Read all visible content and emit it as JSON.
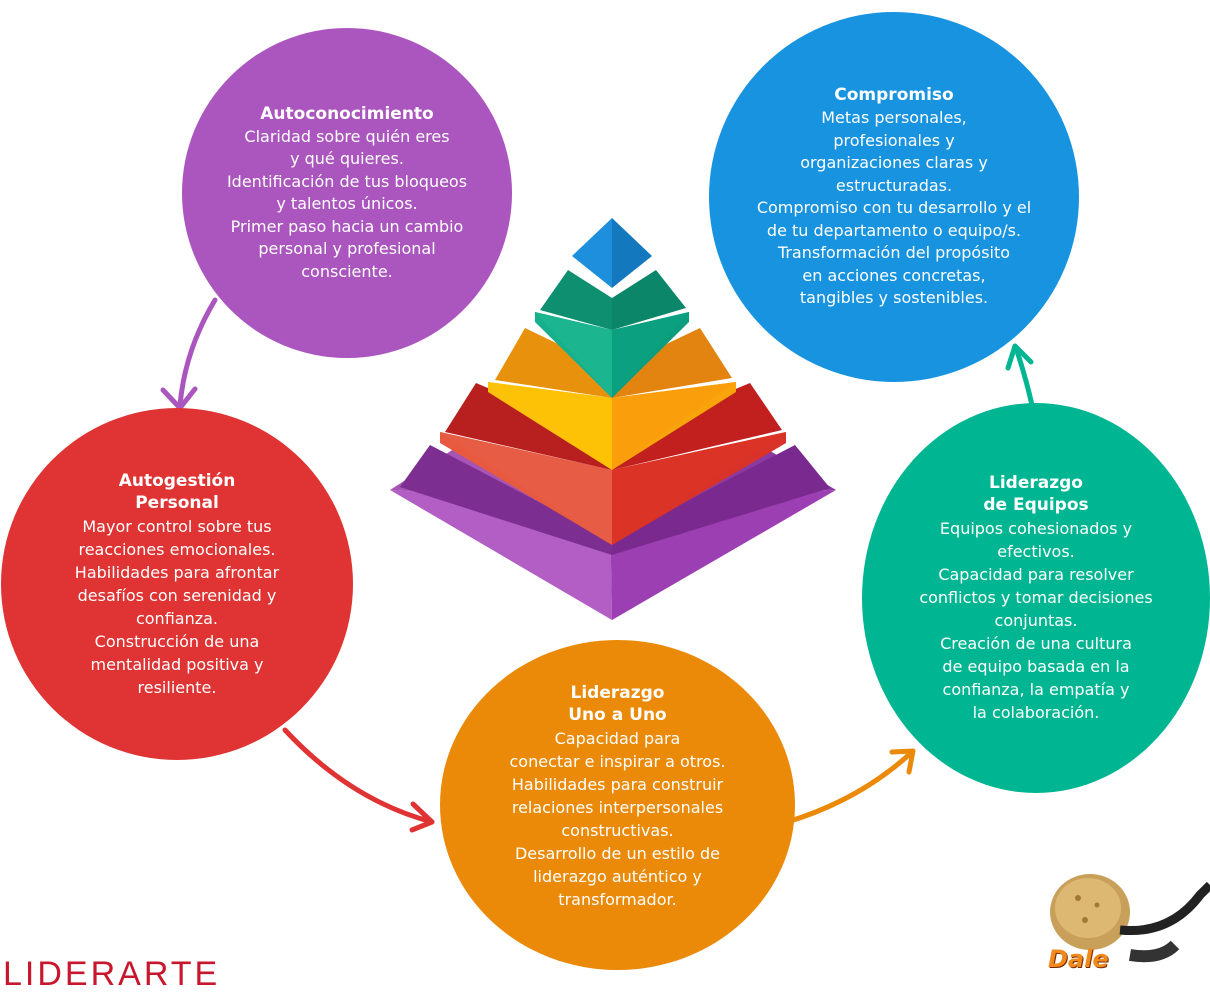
{
  "nodes": {
    "autoconocimiento": {
      "title": "Autoconocimiento",
      "body": "Claridad sobre quién eres\ny qué quieres.\nIdentificación de tus bloqueos\ny talentos únicos.\nPrimer paso hacia un cambio\npersonal y profesional\nconsciente."
    },
    "compromiso": {
      "title": "Compromiso",
      "body": "Metas personales,\nprofesionales y\norganizaciones claras y\nestructuradas.\nCompromiso con tu desarrollo y el\nde tu departamento o equipo/s.\nTransformación del propósito\nen acciones concretas,\ntangibles y sostenibles."
    },
    "autogestion": {
      "title": "Autogestión\nPersonal",
      "body": "Mayor control sobre tus\nreacciones emocionales.\nHabilidades para afrontar\ndesafíos con serenidad y\nconfianza.\nConstrucción de una\nmentalidad positiva y\nresiliente."
    },
    "equipos": {
      "title": "Liderazgo\nde Equipos",
      "body": "Equipos cohesionados y\nefectivos.\nCapacidad para resolver\nconflictos y tomar decisiones\nconjuntas.\nCreación de una cultura\nde equipo basada en la\nconfianza, la empatía y\nla colaboración."
    },
    "uno_a_uno": {
      "title": "Liderazgo\nUno a Uno",
      "body": "Capacidad para\nconectar e inspirar a otros.\nHabilidades para construir\nrelaciones interpersonales\nconstructivas.\nDesarrollo de un estilo de\nliderazgo auténtico y\ntransformador."
    }
  },
  "colors": {
    "autoconocimiento": "#ab55be",
    "compromiso": "#1793e0",
    "autogestion": "#e03333",
    "equipos": "#00b692",
    "uno_a_uno": "#ea8a08"
  },
  "logos": {
    "left": "LIDERARTE",
    "right": "Dale"
  }
}
